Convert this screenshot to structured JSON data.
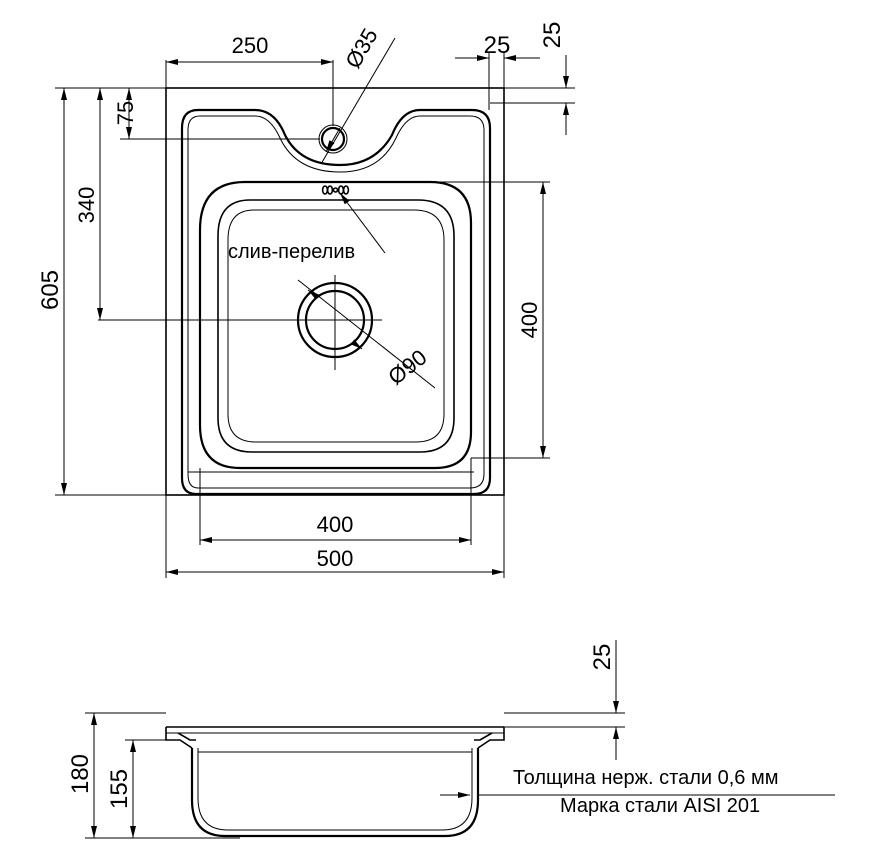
{
  "top_view": {
    "dims": {
      "overall_width": "500",
      "bowl_width": "400",
      "faucet_offset": "250",
      "faucet_diameter": "Ø35",
      "rim_right": "25",
      "rim_top": "25",
      "faucet_from_top": "75",
      "drain_from_top": "340",
      "overall_length": "605",
      "bowl_length": "400",
      "drain_diameter": "Ø90"
    },
    "overflow_label": "слив-перелив"
  },
  "side_view": {
    "dims": {
      "flange_height": "25",
      "total_height": "180",
      "bowl_depth": "155"
    },
    "notes": {
      "thickness": "Толщина нерж. стали 0,6 мм",
      "grade": "Марка стали AISI 201"
    }
  }
}
